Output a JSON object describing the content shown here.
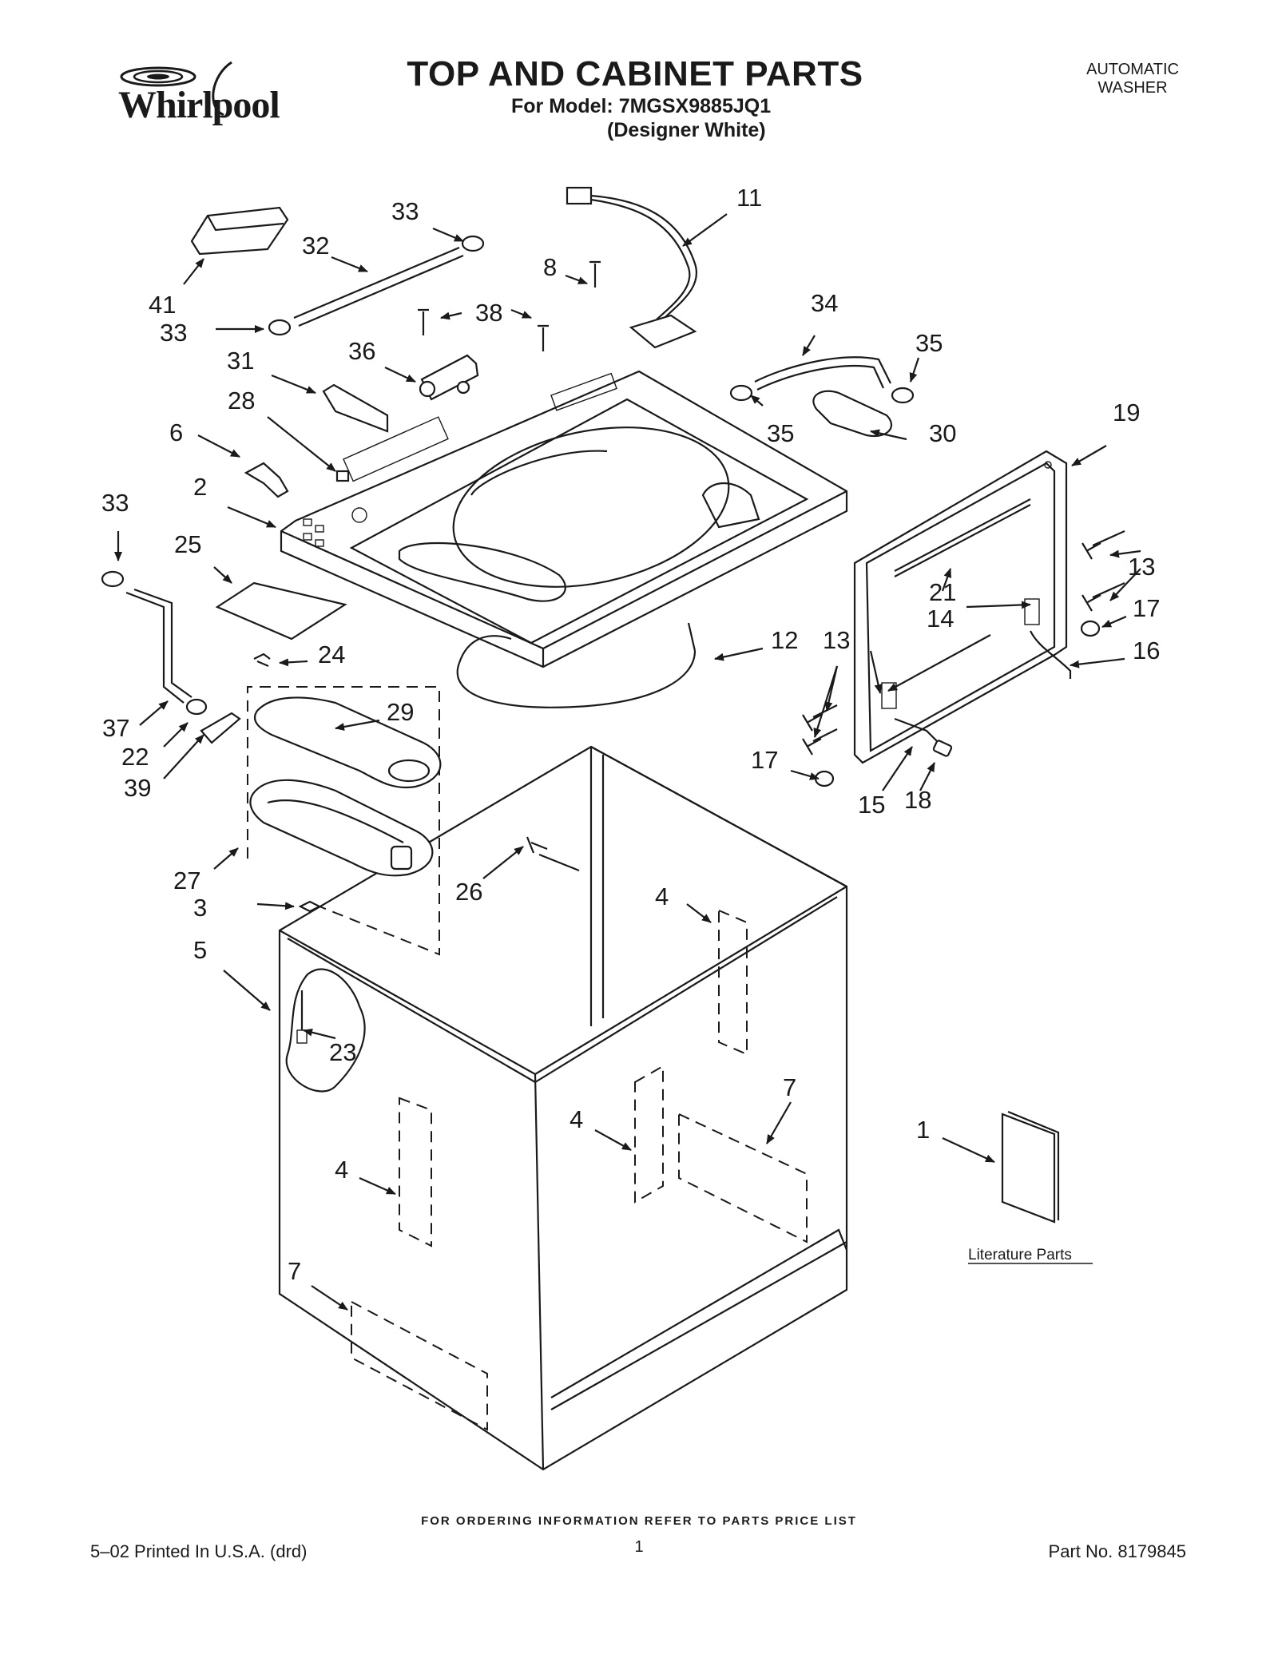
{
  "brand": {
    "logo_text": "Whirlpool"
  },
  "header": {
    "title": "TOP AND CABINET PARTS",
    "model_line": "For Model: 7MGSX9885JQ1",
    "color_line": "(Designer White)",
    "category_line1": "AUTOMATIC",
    "category_line2": "WASHER"
  },
  "diagram": {
    "callouts": [
      "11",
      "33",
      "32",
      "8",
      "41",
      "38",
      "34",
      "33",
      "35",
      "36",
      "31",
      "28",
      "35",
      "30",
      "19",
      "6",
      "2",
      "33",
      "13",
      "25",
      "21",
      "14",
      "17",
      "12",
      "13",
      "24",
      "16",
      "29",
      "37",
      "22",
      "39",
      "17",
      "15",
      "18",
      "27",
      "26",
      "4",
      "3",
      "5",
      "23",
      "7",
      "4",
      "1",
      "4",
      "7"
    ],
    "literature_label": "Literature Parts"
  },
  "footer": {
    "ordering_note": "FOR ORDERING INFORMATION REFER TO PARTS PRICE LIST",
    "printed": "5–02 Printed In U.S.A. (drd)",
    "page_number": "1",
    "part_number": "Part No. 8179845"
  }
}
